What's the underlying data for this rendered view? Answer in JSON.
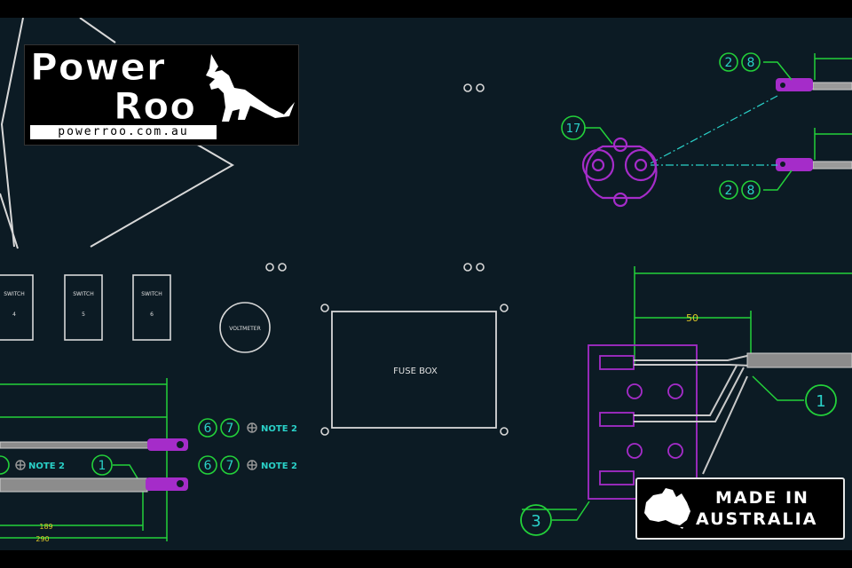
{
  "logo": {
    "line1": "Power",
    "line2": "Roo",
    "url": "powerroo.com.au"
  },
  "badge": {
    "line1": "MADE IN",
    "line2": "AUSTRALIA"
  },
  "labels": {
    "switch_a": "SWITCH",
    "switch_a_num": "4",
    "switch_b": "SWITCH",
    "switch_b_num": "5",
    "switch_c": "SWITCH",
    "switch_c_num": "6",
    "voltmeter": "VOLTMETER",
    "fuse_box": "FUSE BOX",
    "note_a": "NOTE 2",
    "note_b": "NOTE 2",
    "note_c": "NOTE 2"
  },
  "balloons": {
    "b28a_1": "2",
    "b28a_2": "8",
    "b28b_1": "2",
    "b28b_2": "8",
    "b17": "17",
    "b1_right": "1",
    "b3": "3",
    "b67a_1": "6",
    "b67a_2": "7",
    "b67b_1": "6",
    "b67b_2": "7",
    "b1_left": "1"
  },
  "dimensions": {
    "d50": "50",
    "d189": "189",
    "d290": "290"
  },
  "colors": {
    "background": "#0c1b24",
    "outline": "#e0e0e0",
    "dimension": "#23d13a",
    "part": "#a52cc9",
    "balloon_text": "#2ad1c8",
    "cable": "#c9c9c9"
  }
}
